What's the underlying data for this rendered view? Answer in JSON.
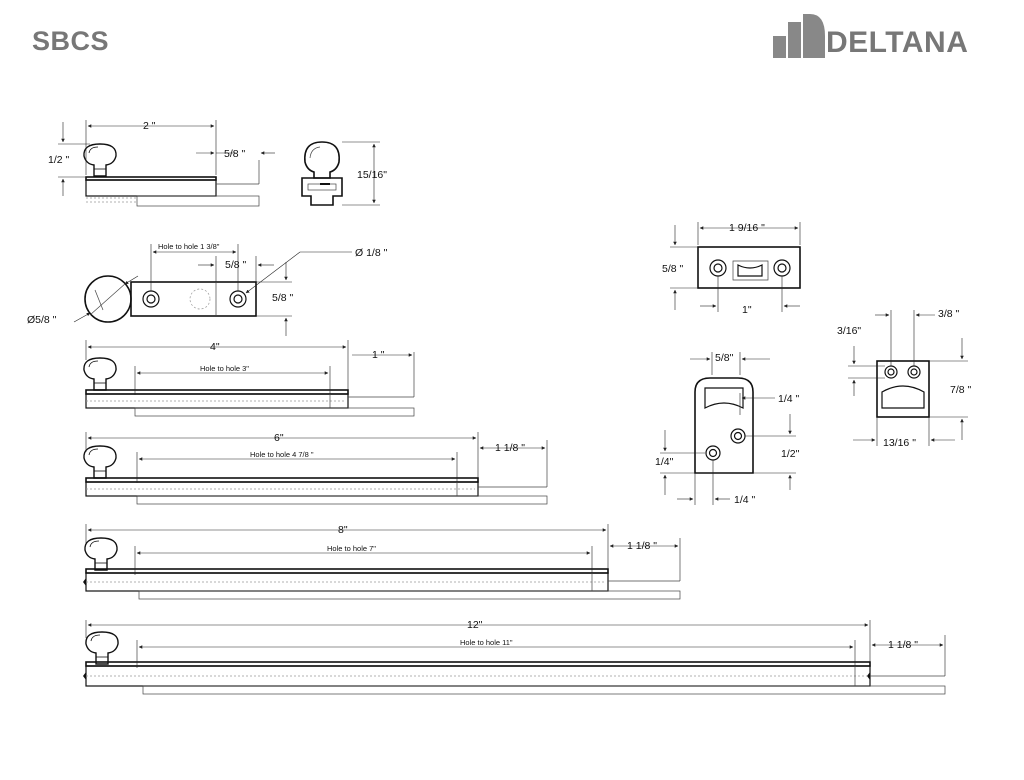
{
  "header": {
    "title": "SBCS",
    "brand": "DELTANA"
  },
  "dims": {
    "top_length": "2 \"",
    "knob_height": "1/2 \"",
    "top_offset": "5/8 \"",
    "end_height": "15/16\"",
    "hole_to_hole_small": "Hole to hole   1 3/8\"",
    "plan_offset": "5/8 \"",
    "hole_dia": "Ø 1/8 \"",
    "plan_width": "5/8 \"",
    "knob_dia": "Ø5/8 \"",
    "plate_width": "1  9/16  \"",
    "plate_height": "5/8 \"",
    "plate_holes": "1\"",
    "keeper_width": "5/8\"",
    "keeper_top": "1/4 \"",
    "keeper_mid": "1/2\"",
    "keeper_left": "1/4\"",
    "keeper_bottom": "1/4 \"",
    "sq_hole": "3/16\"",
    "sq_right": "3/8 \"",
    "sq_height": "7/8 \"",
    "sq_width": "13/16 \""
  },
  "bolts": [
    {
      "length": "4\"",
      "hole": "Hole to hole    3\"",
      "end": "1 \""
    },
    {
      "length": "6\"",
      "hole": "Hole to hole    4 7/8 \"",
      "end": "1 1/8 \""
    },
    {
      "length": "8\"",
      "hole": "Hole to hole    7\"",
      "end": "1 1/8 \""
    },
    {
      "length": "12\"",
      "hole": "Hole to hole    11\"",
      "end": "1 1/8 \""
    }
  ]
}
